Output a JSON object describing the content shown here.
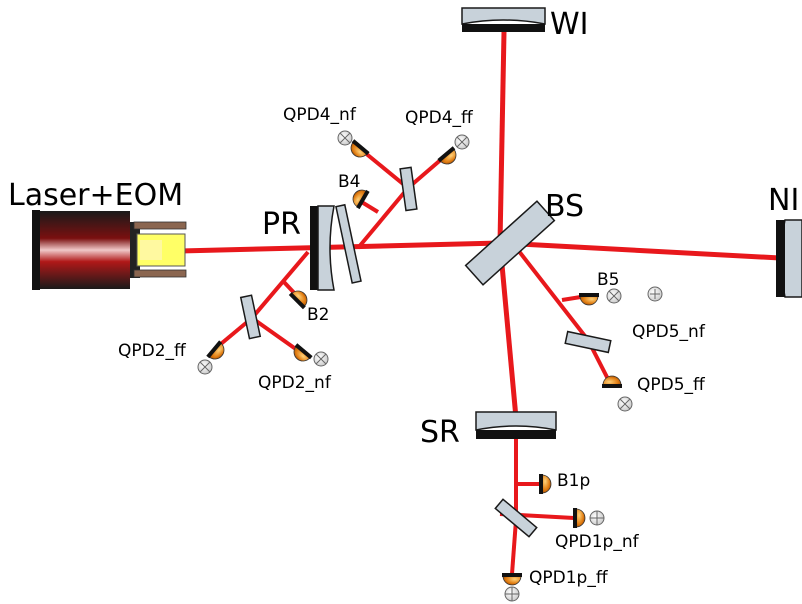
{
  "labels": {
    "wi": "WI",
    "ni": "NI",
    "bs": "BS",
    "pr": "PR",
    "sr": "SR",
    "laser": "Laser+EOM",
    "b1p": "B1p",
    "b2": "B2",
    "b4": "B4",
    "b5": "B5",
    "qpd1p_nf": "QPD1p_nf",
    "qpd1p_ff": "QPD1p_ff",
    "qpd2_nf": "QPD2_nf",
    "qpd2_ff": "QPD2_ff",
    "qpd4_nf": "QPD4_nf",
    "qpd4_ff": "QPD4_ff",
    "qpd5_nf": "QPD5_nf",
    "qpd5_ff": "QPD5_ff"
  },
  "colors": {
    "beam": "#e8181c",
    "optic": "#c8d2da",
    "detector": "#e07b10"
  }
}
